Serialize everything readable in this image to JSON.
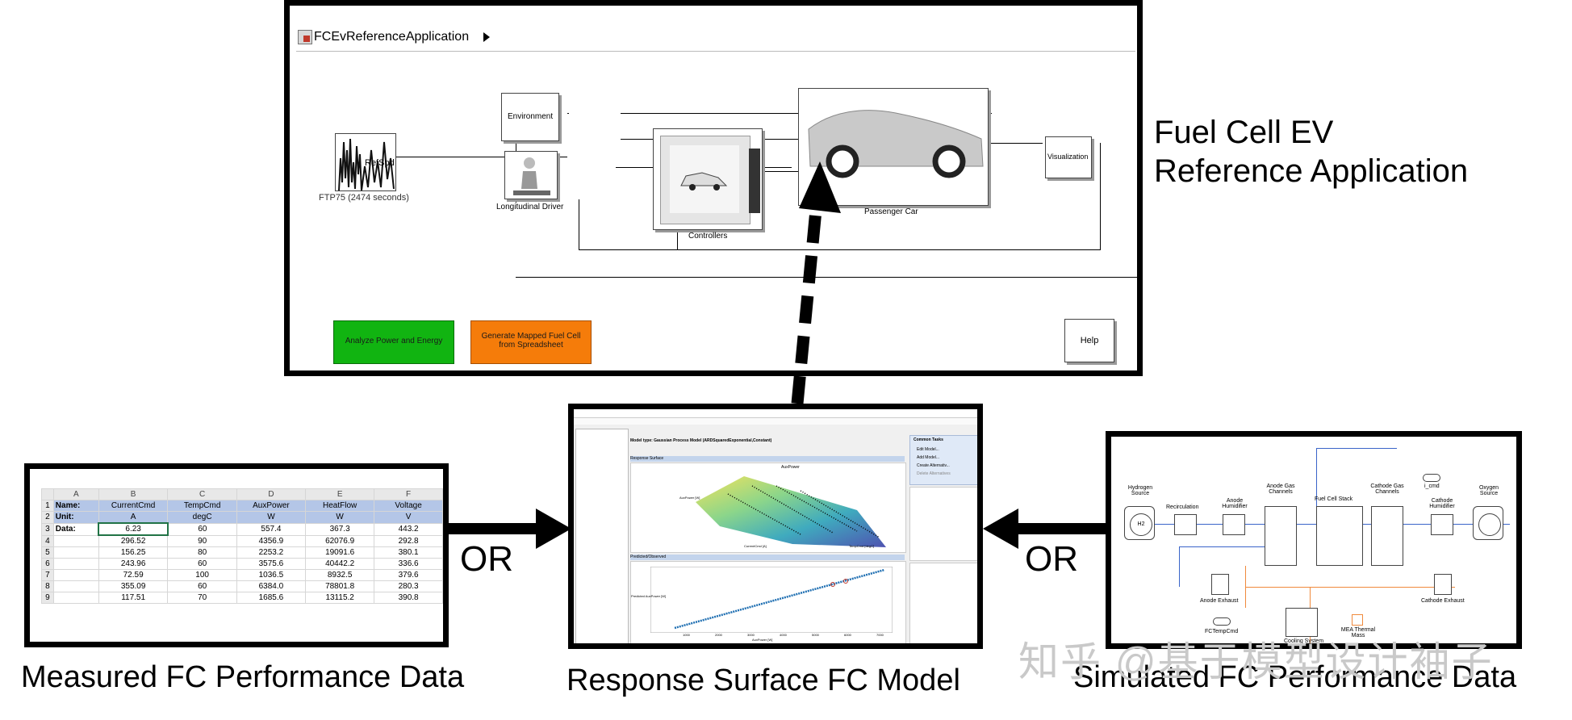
{
  "simulink_model": {
    "breadcrumb": "FCEvReferenceApplication",
    "source_block": "RefSpd",
    "source_caption": "FTP75 (2474  seconds)",
    "environment": "Environment",
    "driver": "Longitudinal Driver",
    "controllers": "Controllers",
    "car": "Passenger Car",
    "visualization": "Visualization",
    "btn_analyze": "Analyze Power and Energy",
    "btn_generate": "Generate Mapped Fuel Cell from Spreadsheet",
    "btn_help": "Help",
    "title_line1": "Fuel Cell EV",
    "title_line2": "Reference Application"
  },
  "spreadsheet": {
    "columns": [
      "",
      "A",
      "B",
      "C",
      "D",
      "E",
      "F"
    ],
    "rows": [
      [
        "1",
        "Name:",
        "CurrentCmd",
        "TempCmd",
        "AuxPower",
        "HeatFlow",
        "Voltage"
      ],
      [
        "2",
        "Unit:",
        "A",
        "degC",
        "W",
        "W",
        "V"
      ],
      [
        "3",
        "Data:",
        "6.23",
        "60",
        "557.4",
        "367.3",
        "443.2"
      ],
      [
        "4",
        "",
        "296.52",
        "90",
        "4356.9",
        "62076.9",
        "292.8"
      ],
      [
        "5",
        "",
        "156.25",
        "80",
        "2253.2",
        "19091.6",
        "380.1"
      ],
      [
        "6",
        "",
        "243.96",
        "60",
        "3575.6",
        "40442.2",
        "336.6"
      ],
      [
        "7",
        "",
        "72.59",
        "100",
        "1036.5",
        "8932.5",
        "379.6"
      ],
      [
        "8",
        "",
        "355.09",
        "60",
        "6384.0",
        "78801.8",
        "280.3"
      ],
      [
        "9",
        "",
        "117.51",
        "70",
        "1685.6",
        "13115.2",
        "390.8"
      ]
    ],
    "caption": "Measured FC Performance Data"
  },
  "response_surface": {
    "model_type": "Model type: Gaussian Process Model (ARDSquaredExponential,Constant)",
    "surface_title": "AuxPower",
    "section_response": "Response Surface",
    "section_pred": "Predicted/Observed",
    "tasks_title": "Common Tasks",
    "tasks": [
      "Edit Model...",
      "Add Model...",
      "Create Alternativ...",
      "Delete Alternatives"
    ],
    "xlabel_surface": "CurrentCmd [A]",
    "ylabel_surface": "TempCmd [degC]",
    "zlabel_surface": "AuxPower [W]",
    "pred_xlabel": "AuxPower [W]",
    "pred_ylabel": "Predicted AuxPower [W]",
    "pred_xticks": [
      "1000",
      "2000",
      "3000",
      "4000",
      "5000",
      "6000",
      "7000"
    ],
    "caption": "Response Surface FC Model"
  },
  "simulated": {
    "hydrogen": "Hydrogen Source",
    "recirc": "Recirculation",
    "anode_hum": "Anode Humidifier",
    "anode_gas": "Anode Gas Channels",
    "stack": "Fuel Cell Stack",
    "cathode_gas": "Cathode Gas Channels",
    "cathode_hum": "Cathode Humidifier",
    "oxygen": "Oxygen Source",
    "anode_exhaust": "Anode Exhaust",
    "cathode_exhaust": "Cathode Exhaust",
    "temp_cmd": "FCTempCmd",
    "cooling": "Cooling System",
    "mea": "MEA Thermal Mass",
    "i_cmd": "i_cmd",
    "caption": "Simulated FC Performance Data"
  },
  "or_left": "OR",
  "or_right": "OR",
  "watermark": "知乎 @基于模型设计袖子",
  "colors": {
    "green_button": "#11b411",
    "orange_button": "#f57c0a",
    "header_blue": "#b4c6e7"
  }
}
